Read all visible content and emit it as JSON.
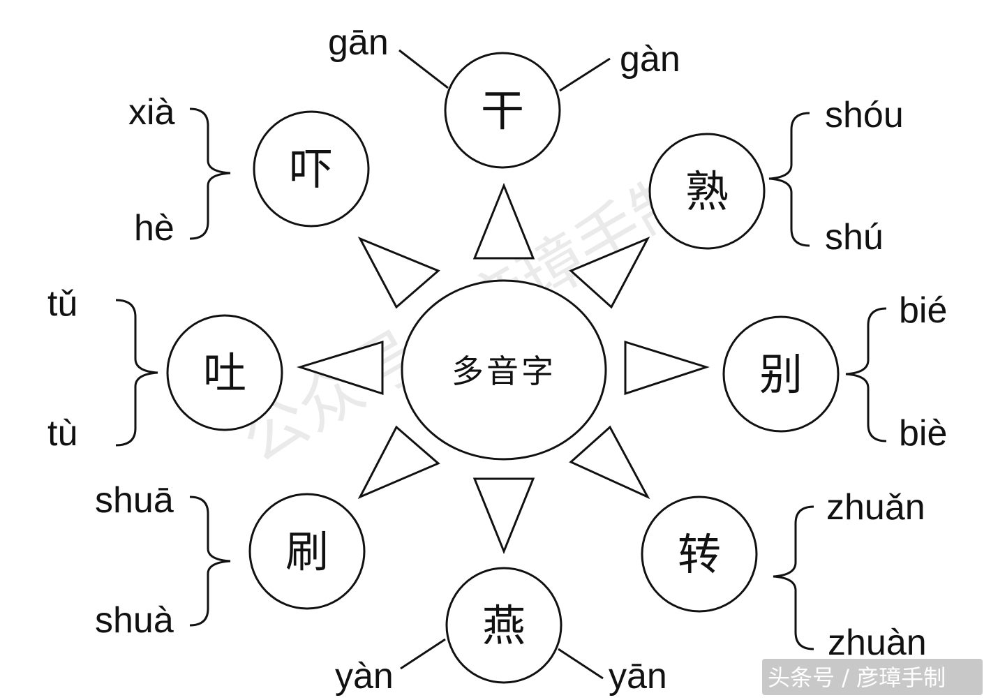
{
  "center": "多音字",
  "watermark": "公众号：彦璋手制",
  "credit": "头条号 / 彦璋手制",
  "chars": {
    "gan": {
      "char": "干",
      "readings": [
        "gān",
        "gàn"
      ]
    },
    "shu": {
      "char": "熟",
      "readings": [
        "shóu",
        "shú"
      ]
    },
    "bie": {
      "char": "别",
      "readings": [
        "bié",
        "biè"
      ]
    },
    "zhuan": {
      "char": "转",
      "readings": [
        "zhuǎn",
        "zhuàn"
      ]
    },
    "yan": {
      "char": "燕",
      "readings": [
        "yàn",
        "yān"
      ]
    },
    "shua": {
      "char": "刷",
      "readings": [
        "shuā",
        "shuà"
      ]
    },
    "tu": {
      "char": "吐",
      "readings": [
        "tǔ",
        "tù"
      ]
    },
    "xia": {
      "char": "吓",
      "readings": [
        "xià",
        "hè"
      ]
    }
  }
}
